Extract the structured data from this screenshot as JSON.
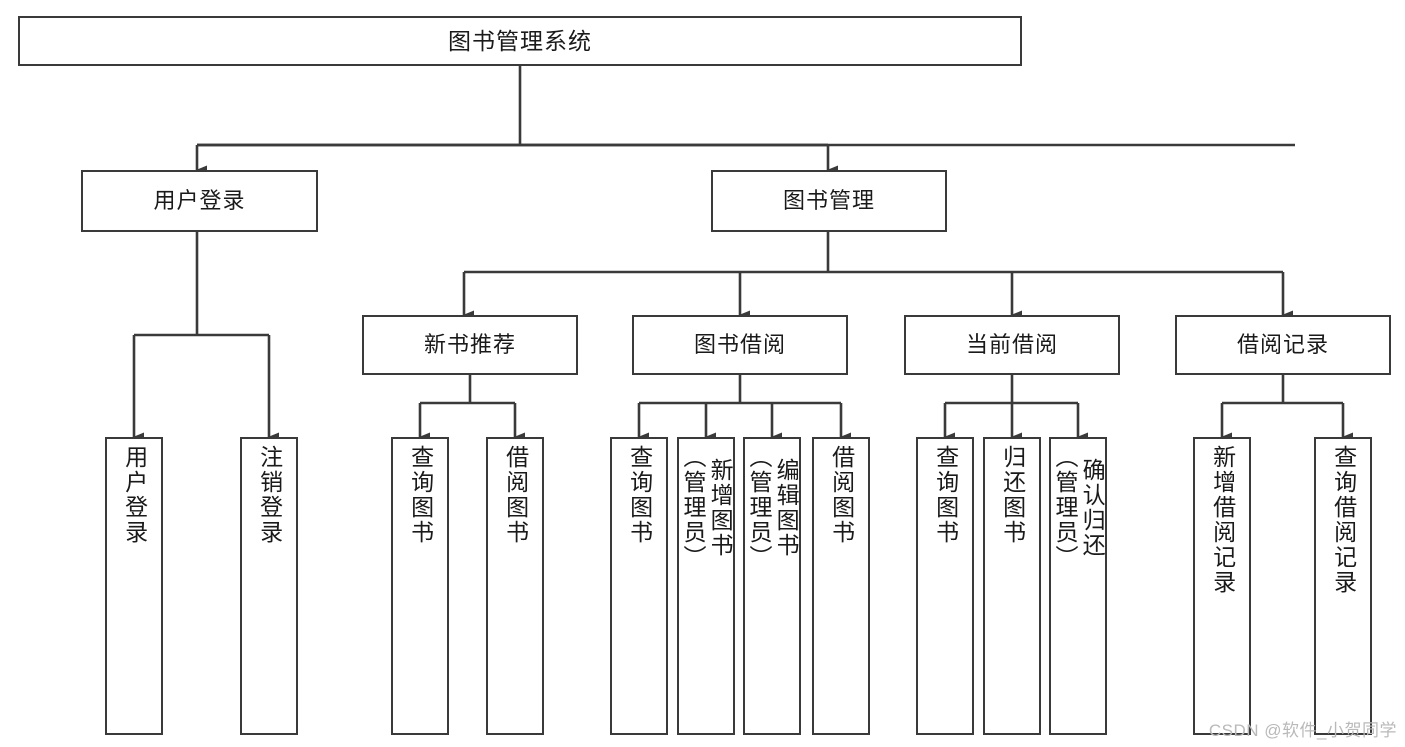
{
  "diagram": {
    "title": "图书管理系统",
    "type": "tree",
    "watermark": "CSDN @软件_小贺同学",
    "colors": {
      "box_border": "#3a3a3a",
      "box_fill": "#ffffff",
      "line": "#3a3a3a",
      "text": "#1a1a1a",
      "watermark": "#b9b9b9"
    },
    "root": {
      "label": "图书管理系统",
      "orientation": "horizontal"
    },
    "level2": [
      {
        "label": "用户登录",
        "orientation": "horizontal"
      },
      {
        "label": "图书管理",
        "orientation": "horizontal"
      }
    ],
    "level3": [
      {
        "label": "新书推荐",
        "orientation": "horizontal"
      },
      {
        "label": "图书借阅",
        "orientation": "horizontal"
      },
      {
        "label": "当前借阅",
        "orientation": "horizontal"
      },
      {
        "label": "借阅记录",
        "orientation": "horizontal"
      }
    ],
    "leaves": {
      "user_login": [
        {
          "label": "用户登录",
          "orientation": "vertical"
        },
        {
          "label": "注销登录",
          "orientation": "vertical"
        }
      ],
      "new_book_recommend": [
        {
          "label": "查询图书",
          "orientation": "vertical"
        },
        {
          "label": "借阅图书",
          "orientation": "vertical"
        }
      ],
      "book_borrow": [
        {
          "label": "查询图书",
          "orientation": "vertical"
        },
        {
          "label": "新增图书\n（管理员）",
          "orientation": "vertical"
        },
        {
          "label": "编辑图书\n（管理员）",
          "orientation": "vertical"
        },
        {
          "label": "借阅图书",
          "orientation": "vertical"
        }
      ],
      "current_borrow": [
        {
          "label": "查询图书",
          "orientation": "vertical"
        },
        {
          "label": "归还图书",
          "orientation": "vertical"
        },
        {
          "label": "确认归还\n（管理员）",
          "orientation": "vertical"
        }
      ],
      "borrow_record": [
        {
          "label": "新增借阅记录",
          "orientation": "vertical"
        },
        {
          "label": "查询借阅记录",
          "orientation": "vertical"
        }
      ]
    }
  }
}
